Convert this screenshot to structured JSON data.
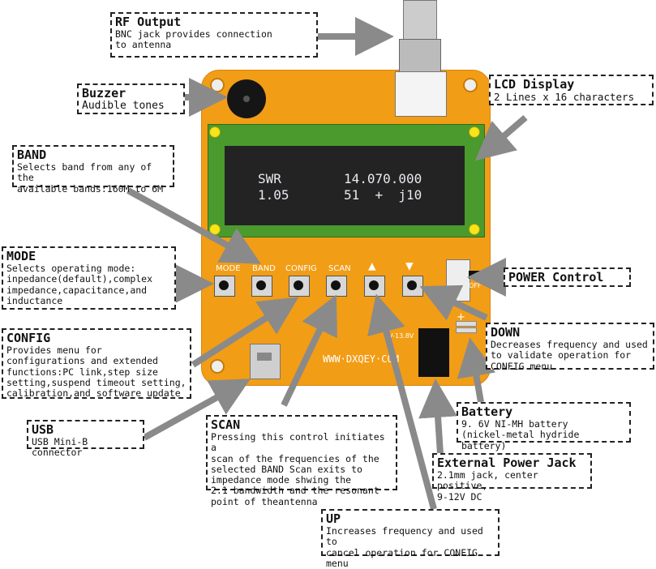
{
  "callouts": {
    "rf_output": {
      "title": "RF Output",
      "desc": "BNC jack provides connection\nto antenna"
    },
    "buzzer": {
      "title": "Buzzer",
      "desc": "Audible tones"
    },
    "lcd": {
      "title": "LCD Display",
      "desc": "2 Lines x 16 characters"
    },
    "band": {
      "title": "BAND",
      "desc": "Selects band from any of the\navailable bands:160M to 6M"
    },
    "mode": {
      "title": "MODE",
      "desc": "Selects operating mode:\ninpedance(default),complex\nimpedance,capacitance,and\ninductance"
    },
    "power": {
      "title": "POWER Control",
      "desc": ""
    },
    "config": {
      "title": "CONFIG",
      "desc": "Provides menu for\nconfigurations and extended\nfunctions:PC link,step size\nsetting,suspend timeout setting,\ncalibration,and software update"
    },
    "down": {
      "title": "DOWN",
      "desc": "Decreases frequency and used\nto validate operation for\nCONFIG menu"
    },
    "battery": {
      "title": "Battery",
      "desc": "9. 6V NI-MH battery\n(nickel-metal hydride battery)"
    },
    "usb": {
      "title": "USB",
      "desc": "USB Mini-B connector"
    },
    "scan": {
      "title": "SCAN",
      "desc": "Pressing this control initiates a\nscan of the frequencies of the\nselected BAND Scan exits to\nimpedance mode shwing the\n2:1 bandwidth and the resonant\npoint of theantenna"
    },
    "ext_power": {
      "title": "External Power Jack",
      "desc": "2.1mm jack, center positive,\n9-12V DC"
    },
    "up": {
      "title": "UP",
      "desc": "Increases frequency and used to\ncancel operation for CONFIG\nmenu"
    }
  },
  "lcd_screen": {
    "line1": "SWR        14.070.000",
    "line2": "1.05       51  +  j10"
  },
  "board": {
    "buttons": [
      "MODE",
      "BAND",
      "CONFIG",
      "SCAN"
    ],
    "up_symbol": "▲",
    "down_symbol": "▼",
    "website": "WWW·DXQEY·COM",
    "power_range": "9V-13.8V",
    "off_label": "OFF",
    "plus": "+"
  }
}
